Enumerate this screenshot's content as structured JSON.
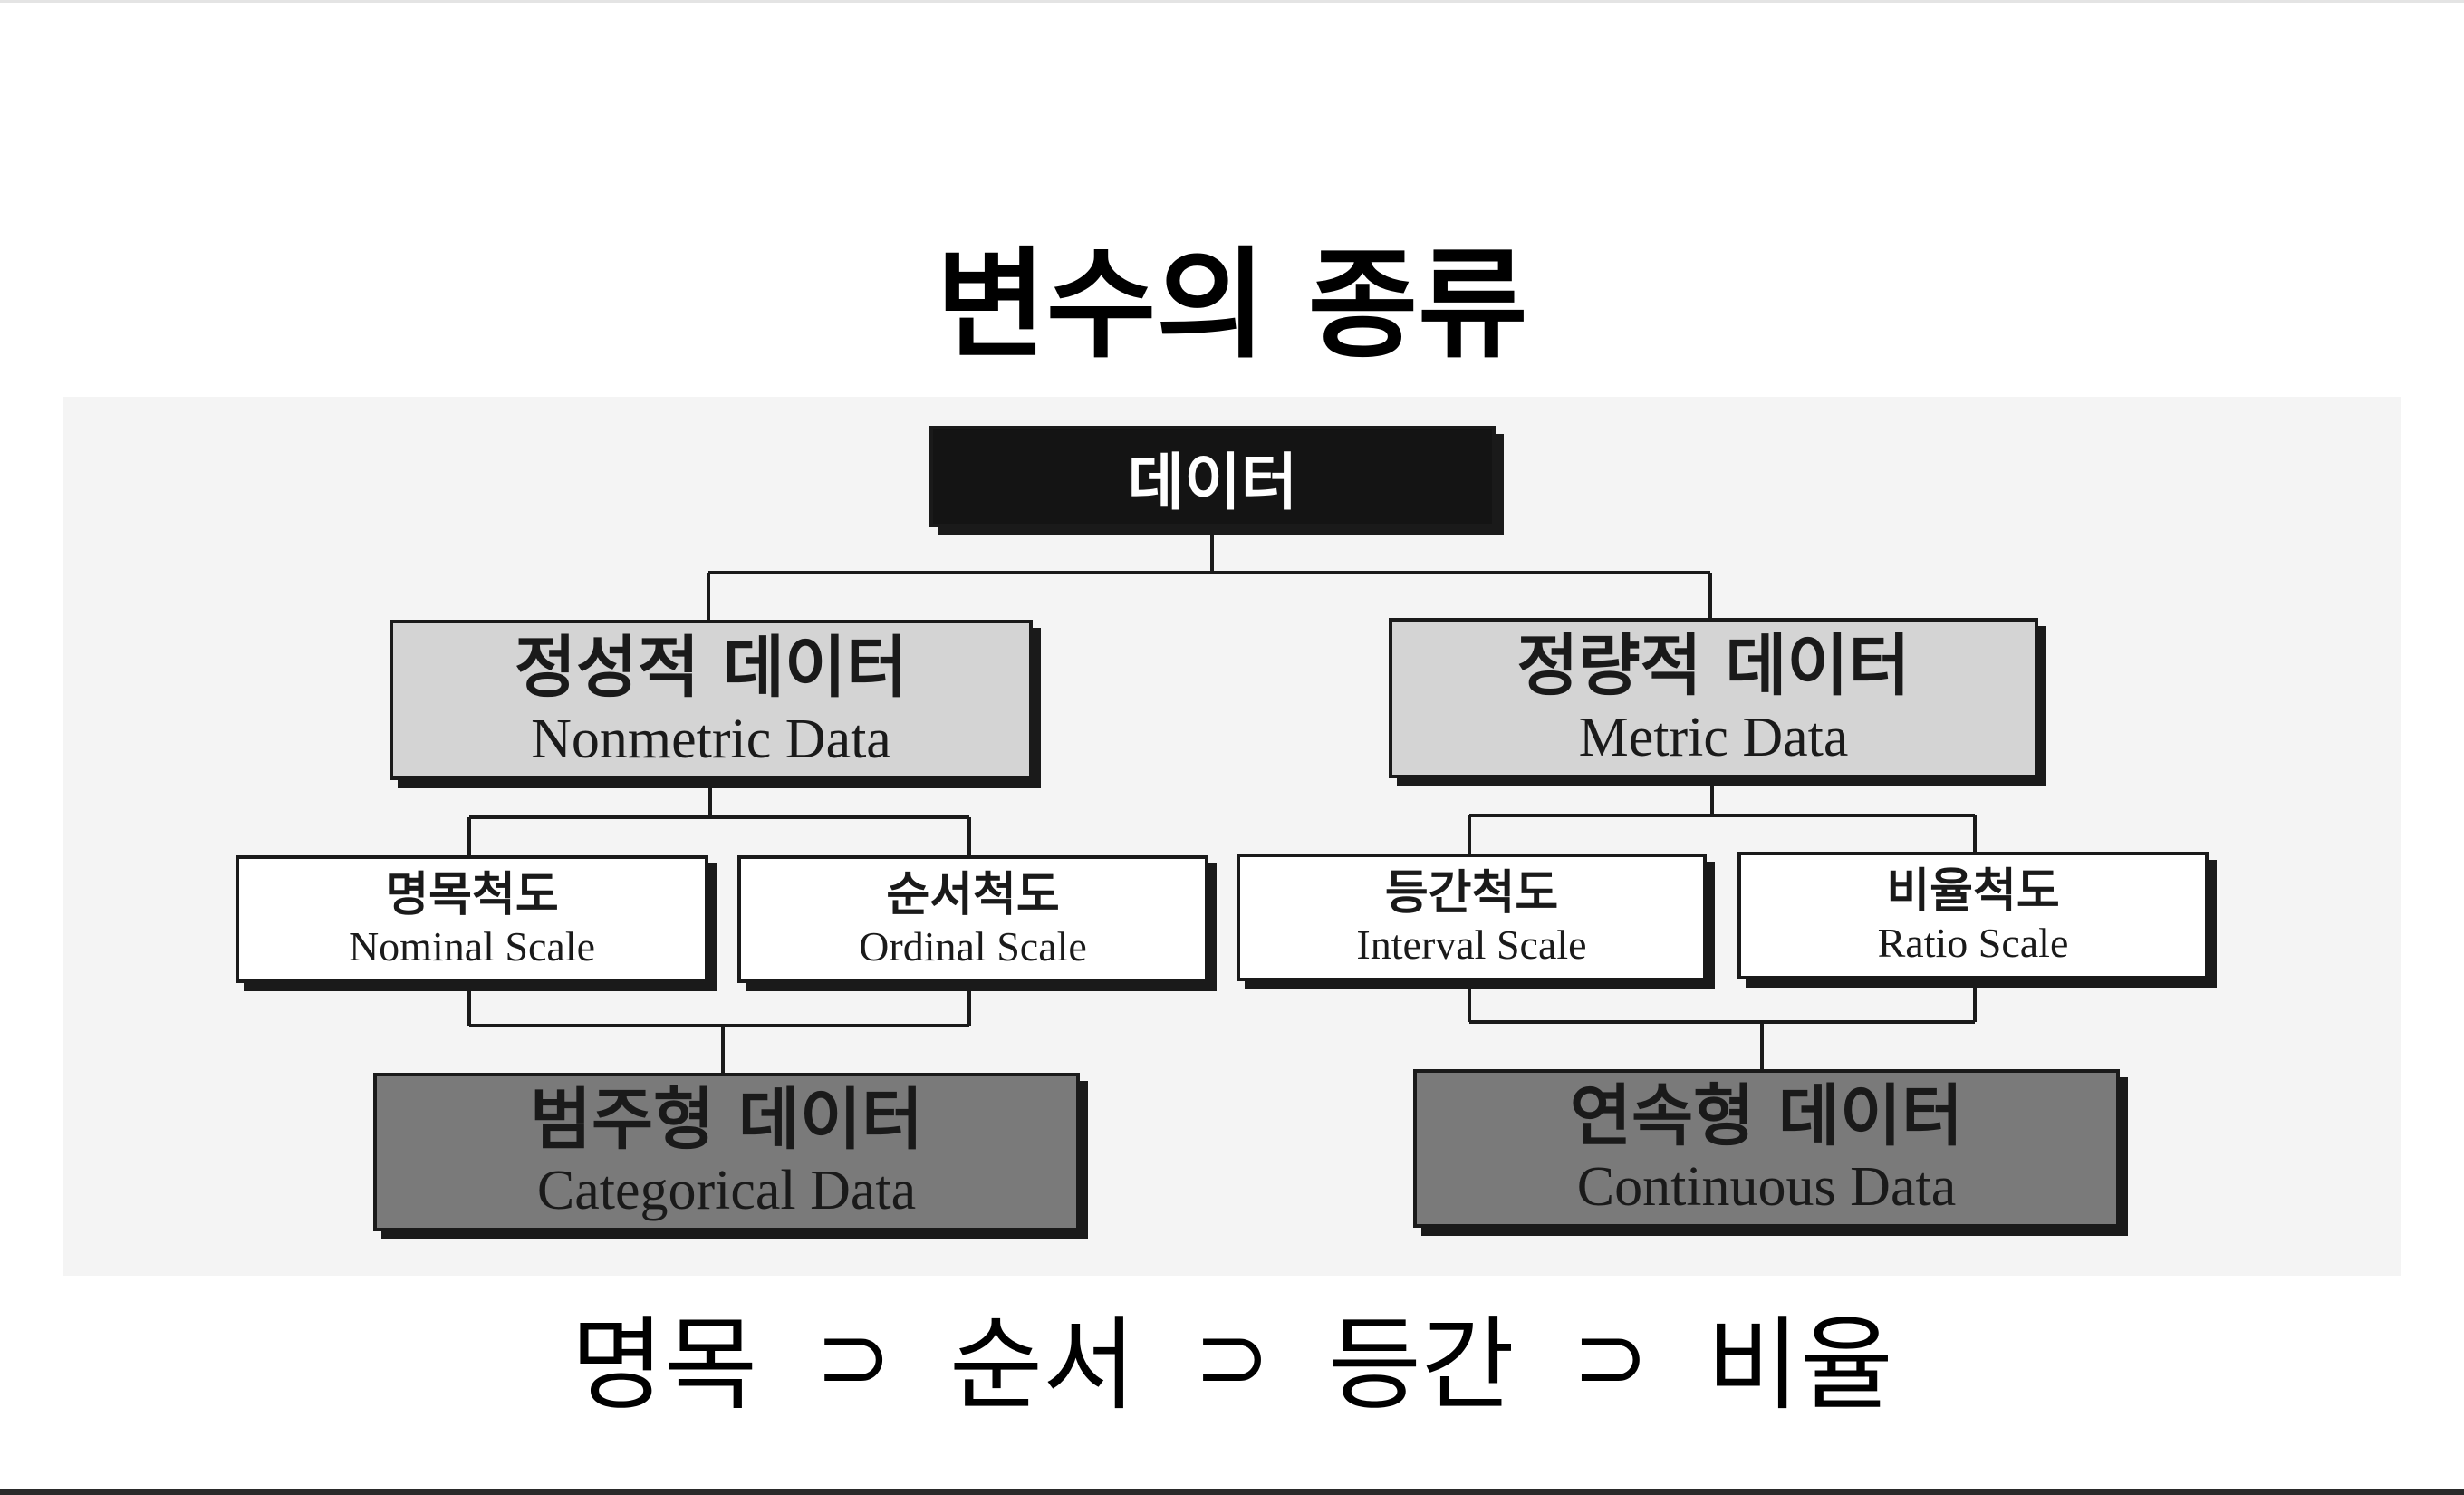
{
  "title": "변수의 종류",
  "diagram": {
    "root": {
      "kor": "데이터"
    },
    "nonmetric": {
      "kor": "정성적 데이터",
      "eng": "Nonmetric Data"
    },
    "metric": {
      "kor": "정량적 데이터",
      "eng": "Metric Data"
    },
    "nominal": {
      "kor": "명목척도",
      "eng": "Nominal Scale"
    },
    "ordinal": {
      "kor": "순서척도",
      "eng": "Ordinal Scale"
    },
    "interval": {
      "kor": "등간척도",
      "eng": "Interval Scale"
    },
    "ratio": {
      "kor": "비율척도",
      "eng": "Ratio Scale"
    },
    "categorical": {
      "kor": "범주형 데이터",
      "eng": "Categorical Data"
    },
    "continuous": {
      "kor": "연속형 데이터",
      "eng": "Continuous Data"
    }
  },
  "relation": {
    "terms": [
      "명목",
      "순서",
      "등간",
      "비율"
    ],
    "operator": "⊃"
  }
}
